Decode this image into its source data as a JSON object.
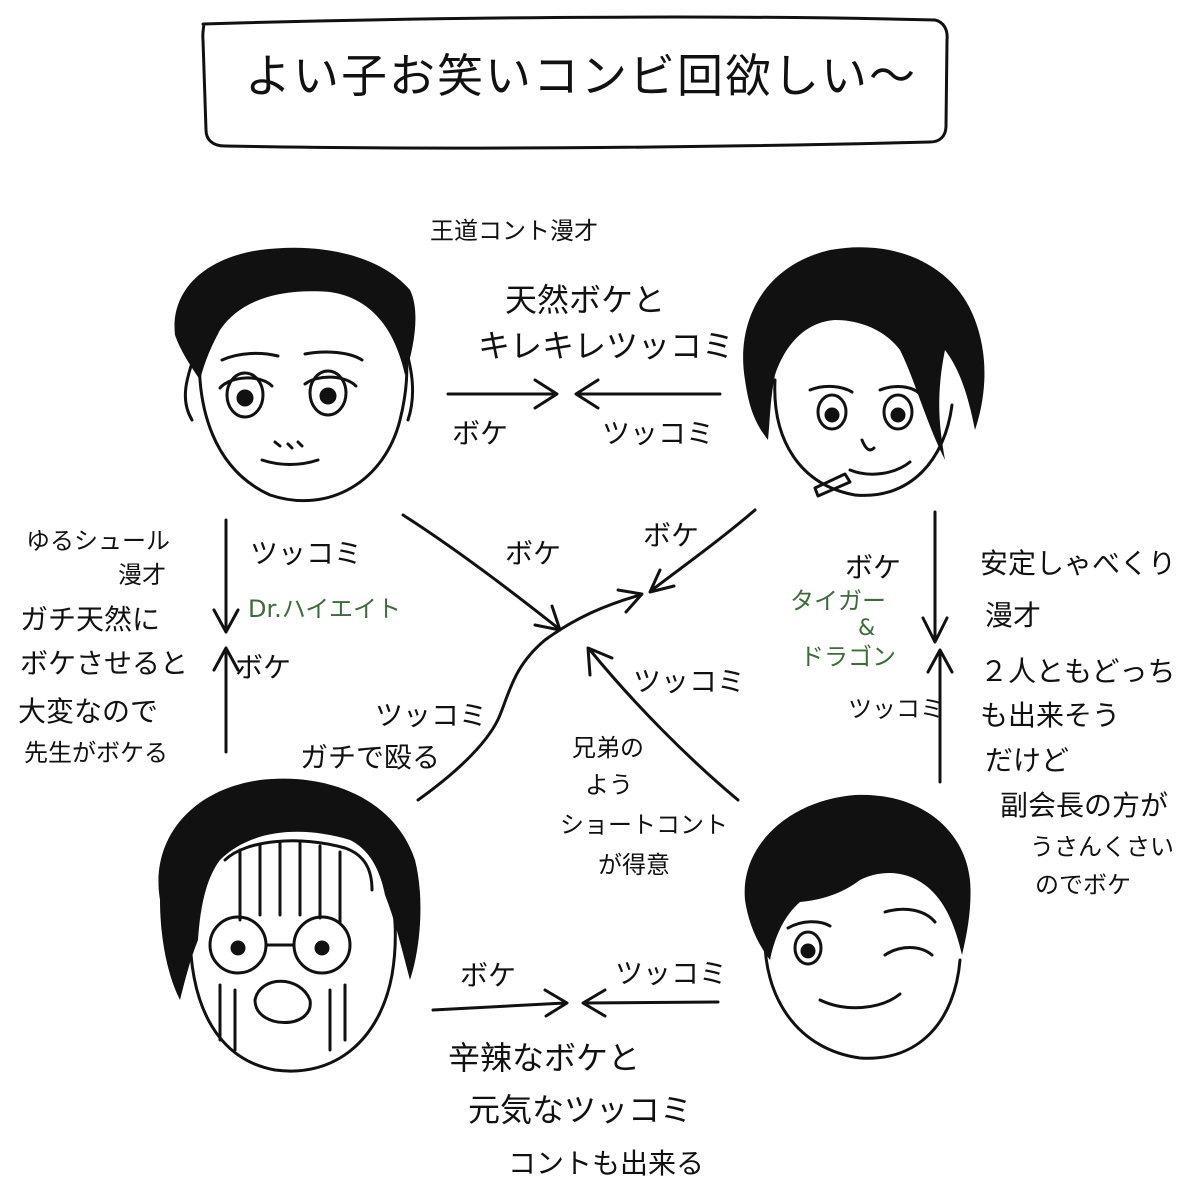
{
  "colors": {
    "ink": "#111111",
    "accent_green": "#3d6b3a",
    "background": "#ffffff"
  },
  "title": "よい子お笑いコンビ回欲しい〜",
  "top_pair": {
    "genre": "王道コント漫才",
    "desc_line1": "天然ボケと",
    "desc_line2": "キレキレツッコミ",
    "left_role": "ボケ",
    "right_role": "ツッコミ"
  },
  "left_pair": {
    "note_line1": "ゆるシュール",
    "note_line2": "漫才",
    "note_line3": "ガチ天然に",
    "note_line4": "ボケさせると",
    "note_line5": "大変なので",
    "note_line6": "先生がボケる",
    "down_role": "ツッコミ",
    "combo_name": "Dr.ハイエイト",
    "up_role": "ボケ"
  },
  "right_pair": {
    "down_role": "ボケ",
    "combo_name_line1": "タイガー",
    "combo_name_amp": "&",
    "combo_name_line2": "ドラゴン",
    "up_role": "ツッコミ",
    "note_line1": "安定しゃべくり",
    "note_line2": "漫才",
    "note_line3": "２人ともどっち",
    "note_line4": "も出来そう",
    "note_line5": "だけど",
    "note_line6": "副会長の方が",
    "note_line7": "うさんくさい",
    "note_line8": "のでボケ"
  },
  "cross": {
    "tl_role": "ボケ",
    "tr_role": "ボケ",
    "bl_role_line1": "ツッコミ",
    "bl_role_line2": "ガチで殴る",
    "br_role": "ツッコミ",
    "br_note_line1": "兄弟の",
    "br_note_line2": "よう",
    "br_note_line3": "ショートコント",
    "br_note_line4": "が得意"
  },
  "bottom_pair": {
    "left_role": "ボケ",
    "right_role": "ツッコミ",
    "desc_line1": "辛辣なボケと",
    "desc_line2": "元気なツッコミ",
    "desc_line3": "コントも出来る"
  }
}
